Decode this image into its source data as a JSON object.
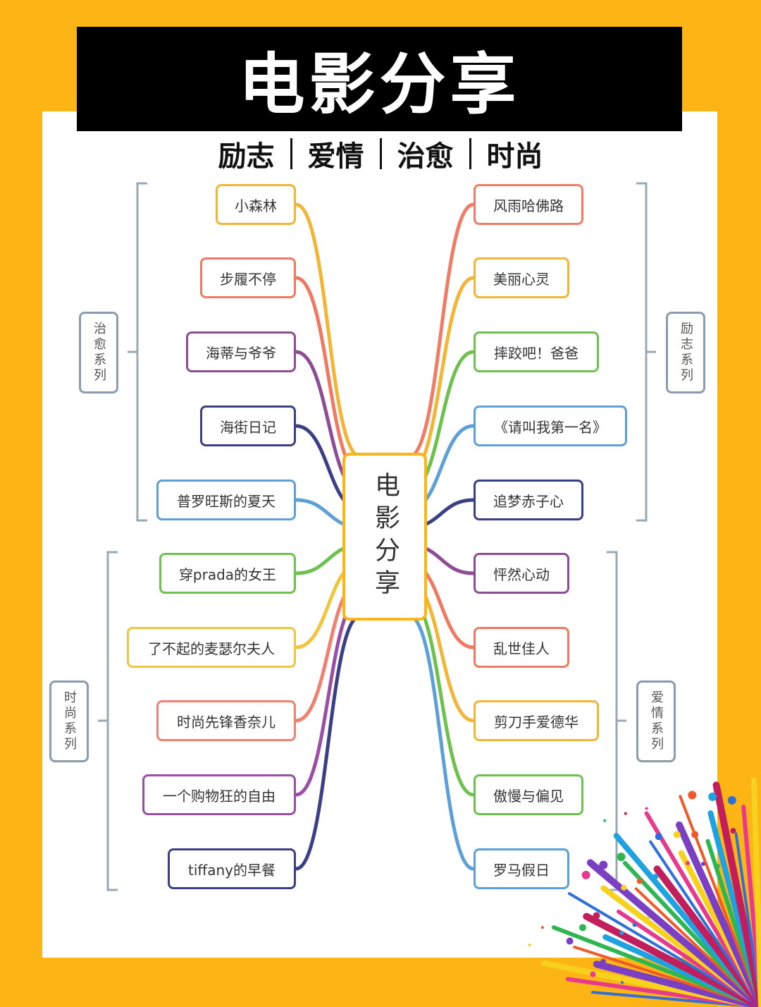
{
  "title": "电影分享",
  "categories": [
    "励志",
    "爱情",
    "治愈",
    "时尚"
  ],
  "center": "电影分享",
  "groups": {
    "left_top": "治愈系列",
    "left_bottom": "时尚系列",
    "right_top": "励志系列",
    "right_bottom": "爱情系列"
  },
  "left_nodes": [
    {
      "label": "小森林",
      "color": "#F2B535"
    },
    {
      "label": "步履不停",
      "color": "#EF7A61"
    },
    {
      "label": "海蒂与爷爷",
      "color": "#8E4C97"
    },
    {
      "label": "海街日记",
      "color": "#3B3F86"
    },
    {
      "label": "普罗旺斯的夏天",
      "color": "#5DA0D8"
    },
    {
      "label": "穿prada的女王",
      "color": "#6DC24F"
    },
    {
      "label": "了不起的麦瑟尔夫人",
      "color": "#F2C53E"
    },
    {
      "label": "时尚先锋香奈儿",
      "color": "#F08070"
    },
    {
      "label": "一个购物狂的自由",
      "color": "#9B4EA5"
    },
    {
      "label": "tiffany的早餐",
      "color": "#3B3F86"
    }
  ],
  "right_nodes": [
    {
      "label": "风雨哈佛路",
      "color": "#F07C66"
    },
    {
      "label": "美丽心灵",
      "color": "#F2B535"
    },
    {
      "label": "摔跤吧！爸爸",
      "color": "#6DC24F"
    },
    {
      "label": "《请叫我第一名》",
      "color": "#5DA0D8"
    },
    {
      "label": "追梦赤子心",
      "color": "#3B3F86"
    },
    {
      "label": "怦然心动",
      "color": "#8E4C97"
    },
    {
      "label": "乱世佳人",
      "color": "#EF7A61"
    },
    {
      "label": "剪刀手爱德华",
      "color": "#F2B535"
    },
    {
      "label": "傲慢与偏见",
      "color": "#6DC24F"
    },
    {
      "label": "罗马假日",
      "color": "#5DA0D8"
    }
  ]
}
